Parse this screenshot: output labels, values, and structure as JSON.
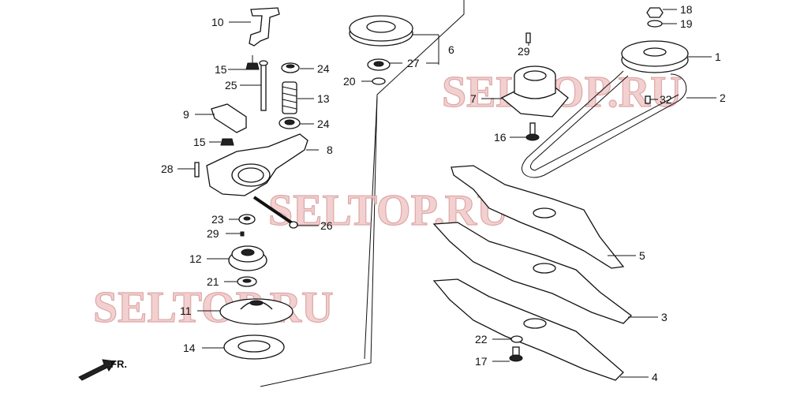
{
  "watermark": "SELTOP.RU",
  "direction_label": "FR.",
  "callouts": {
    "c1": "1",
    "c2": "2",
    "c3": "3",
    "c4": "4",
    "c5": "5",
    "c6": "6",
    "c7": "7",
    "c8": "8",
    "c9": "9",
    "c10": "10",
    "c11": "11",
    "c12": "12",
    "c13": "13",
    "c14": "14",
    "c15a": "15",
    "c15b": "15",
    "c16": "16",
    "c17": "17",
    "c18": "18",
    "c19": "19",
    "c20": "20",
    "c21": "21",
    "c22": "22",
    "c23": "23",
    "c24a": "24",
    "c24b": "24",
    "c25": "25",
    "c26": "26",
    "c27": "27",
    "c28": "28",
    "c29a": "29",
    "c29b": "29",
    "c32": "32"
  }
}
